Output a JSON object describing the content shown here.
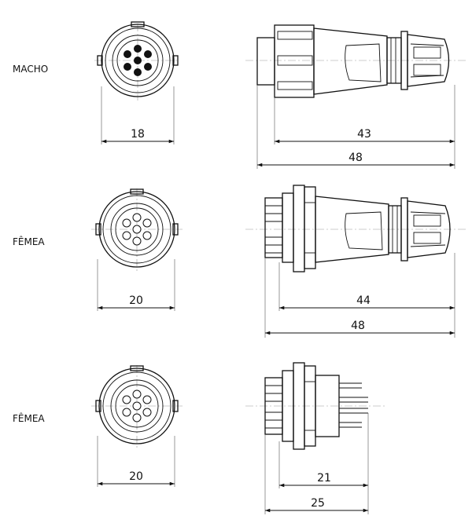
{
  "rows": [
    {
      "label": "MACHO",
      "front_dim": "18",
      "side_dims": [
        "43",
        "48"
      ]
    },
    {
      "label": "FÊMEA",
      "front_dim": "20",
      "side_dims": [
        "44",
        "48"
      ]
    },
    {
      "label": "FÊMEA",
      "front_dim": "20",
      "side_dims": [
        "21",
        "25"
      ]
    }
  ]
}
